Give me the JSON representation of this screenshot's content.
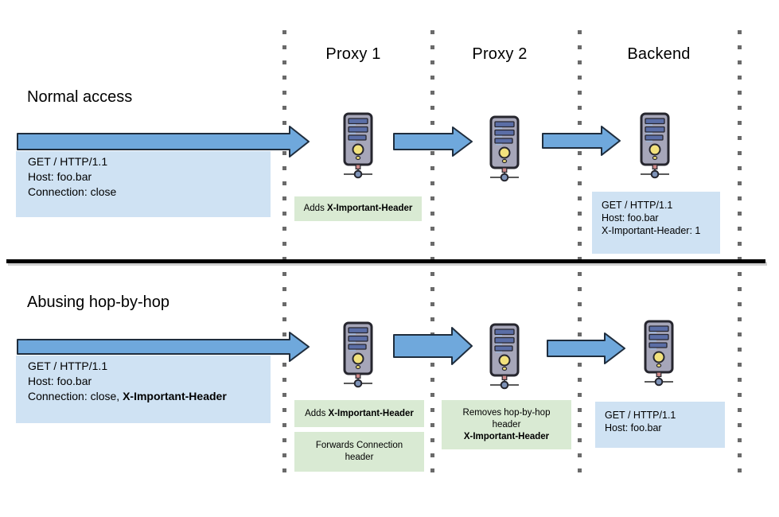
{
  "colors": {
    "arrow_fill": "#6fa8dc",
    "arrow_stroke": "#1f2d3d",
    "request_box_bg": "#cfe2f3",
    "note_box_bg": "#d9ead3",
    "dotted_line": "#6a6a6a",
    "divider": "#000000",
    "server_body": "#a6a6b9",
    "server_slots": "#5b6ea6",
    "server_power": "#f2e27d",
    "server_node": "#7e93b8"
  },
  "lanes": {
    "headers": [
      {
        "label": "Proxy 1"
      },
      {
        "label": "Proxy 2"
      },
      {
        "label": "Backend"
      }
    ]
  },
  "sections": {
    "normal": {
      "title": "Normal access",
      "request": {
        "lines": [
          "GET / HTTP/1.1",
          "Host: foo.bar",
          "Connection: close"
        ]
      },
      "proxy1_note": {
        "prefix": "Adds ",
        "bold": "X-Important-Header"
      },
      "backend_request": {
        "lines": [
          "GET / HTTP/1.1",
          "Host: foo.bar",
          "X-Important-Header: 1"
        ]
      }
    },
    "abuse": {
      "title": "Abusing hop-by-hop",
      "request": {
        "lines": [
          "GET / HTTP/1.1",
          "Host: foo.bar"
        ],
        "connection_prefix": "Connection: close, ",
        "connection_bold": "X-Important-Header"
      },
      "proxy1_note_add": {
        "prefix": "Adds ",
        "bold": "X-Important-Header"
      },
      "proxy1_note_forward": {
        "lines": [
          "Forwards Connection",
          "header"
        ]
      },
      "proxy2_note": {
        "lines": [
          "Removes hop-by-hop",
          "header"
        ],
        "bold": "X-Important-Header"
      },
      "backend_request": {
        "lines": [
          "GET / HTTP/1.1",
          "Host: foo.bar"
        ]
      }
    }
  }
}
